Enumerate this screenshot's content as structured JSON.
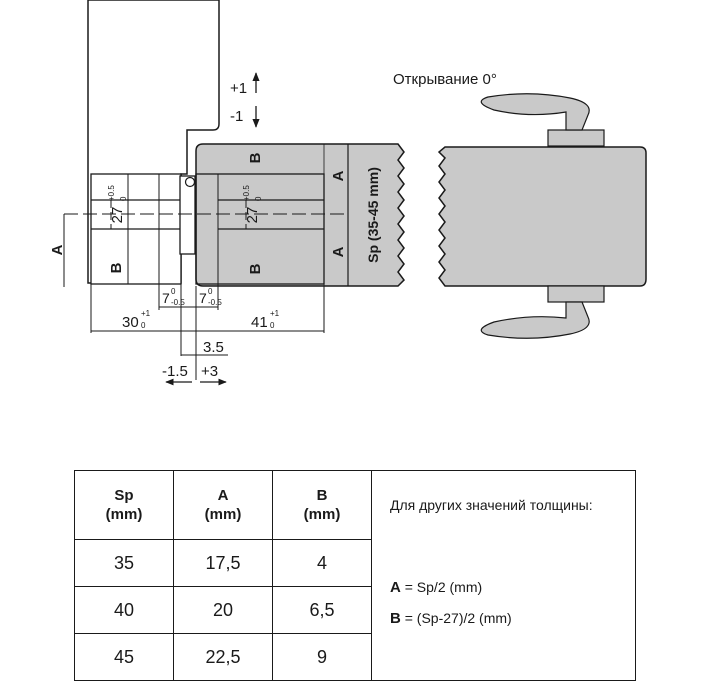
{
  "drawing": {
    "opening_label": "Открывание 0°",
    "adj_plus": "+1",
    "adj_minus": "-1",
    "spacer_label": "Sp (35-45 mm)",
    "label_A": "A",
    "label_B": "B",
    "dim_27_base": "27",
    "dim_27_tol": "+0.5",
    "dim_27_tol2": "0",
    "dim_7_base": "7",
    "dim_7_tol_up": "0",
    "dim_7_tol_dn": "-0.5",
    "dim_30_base": "30",
    "dim_30_tol_up": "+1",
    "dim_30_tol_dn": "0",
    "dim_41_base": "41",
    "dim_41_tol_up": "+1",
    "dim_41_tol_dn": "0",
    "dim_3_5": "3.5",
    "dim_minus_1_5": "-1.5",
    "dim_plus_3": "+3"
  },
  "table": {
    "headers": [
      {
        "name": "Sp",
        "unit": "(mm)"
      },
      {
        "name": "A",
        "unit": "(mm)"
      },
      {
        "name": "B",
        "unit": "(mm)"
      }
    ],
    "rows": [
      [
        "35",
        "17,5",
        "4"
      ],
      [
        "40",
        "20",
        "6,5"
      ],
      [
        "45",
        "22,5",
        "9"
      ]
    ],
    "note": "Для других значений толщины:",
    "formula_a_label": "A",
    "formula_a_expr": " = Sp/2 (mm)",
    "formula_b_label": "B",
    "formula_b_expr": " = (Sp-27)/2 (mm)"
  },
  "colors": {
    "grey_fill": "#c9c9c9",
    "line": "#1a1a1a",
    "paper": "#ffffff"
  }
}
